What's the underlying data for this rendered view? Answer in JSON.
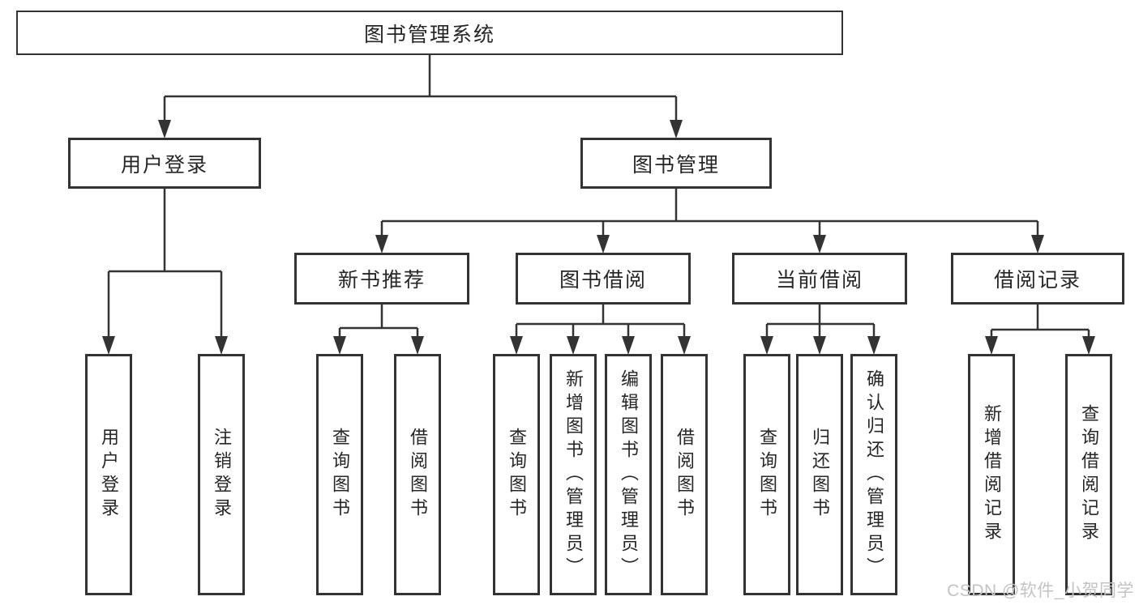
{
  "diagram": {
    "watermark": "CSDN @软件_小贺同学",
    "colors": {
      "background": "#ffffff",
      "line": "#333333",
      "box_border": "#333333",
      "box_fill": "#ffffff",
      "text": "#262626",
      "watermark": "#c3c3c3"
    },
    "tree": {
      "id": "root",
      "label": "图书管理系统",
      "children": [
        {
          "id": "user-login",
          "label": "用户登录",
          "children": [
            {
              "id": "user-login-op",
              "label": "用户登录",
              "vertical": true
            },
            {
              "id": "logout-op",
              "label": "注销登录",
              "vertical": true
            }
          ]
        },
        {
          "id": "book-mgmt",
          "label": "图书管理",
          "children": [
            {
              "id": "new-book-rec",
              "label": "新书推荐",
              "children": [
                {
                  "id": "nr-query-books",
                  "label": "查询图书",
                  "vertical": true
                },
                {
                  "id": "nr-borrow-books",
                  "label": "借阅图书",
                  "vertical": true
                }
              ]
            },
            {
              "id": "book-borrow",
              "label": "图书借阅",
              "children": [
                {
                  "id": "bb-query-books",
                  "label": "查询图书",
                  "vertical": true
                },
                {
                  "id": "bb-add-book",
                  "label": "新增图书（管理员）",
                  "vertical": true
                },
                {
                  "id": "bb-edit-book",
                  "label": "编辑图书（管理员）",
                  "vertical": true
                },
                {
                  "id": "bb-borrow-books",
                  "label": "借阅图书",
                  "vertical": true
                }
              ]
            },
            {
              "id": "current-borrow",
              "label": "当前借阅",
              "children": [
                {
                  "id": "cb-query-books",
                  "label": "查询图书",
                  "vertical": true
                },
                {
                  "id": "cb-return-book",
                  "label": "归还图书",
                  "vertical": true
                },
                {
                  "id": "cb-confirm-return",
                  "label": "确认归还（管理员）",
                  "vertical": true
                }
              ]
            },
            {
              "id": "borrow-records",
              "label": "借阅记录",
              "children": [
                {
                  "id": "br-add-record",
                  "label": "新增借阅记录",
                  "vertical": true
                },
                {
                  "id": "br-query-record",
                  "label": "查询借阅记录",
                  "vertical": true
                }
              ]
            }
          ]
        }
      ]
    }
  }
}
